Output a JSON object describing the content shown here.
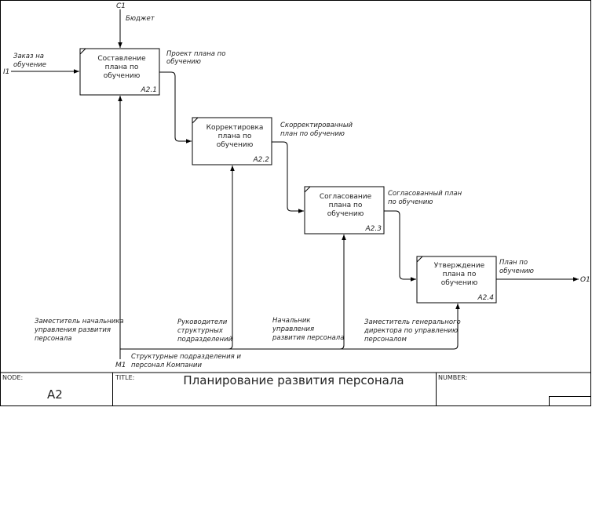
{
  "frame": {
    "node_label": "NODE:",
    "node_value": "A2",
    "title_label": "TITLE:",
    "title_value": "Планирование развития персонала",
    "number_label": "NUMBER:"
  },
  "boxes": [
    {
      "title": [
        "Составление",
        "плана по",
        "обучению"
      ],
      "number": "A2.1"
    },
    {
      "title": [
        "Корректировка",
        "плана по",
        "обучению"
      ],
      "number": "A2.2"
    },
    {
      "title": [
        "Согласование",
        "плана по",
        "обучению"
      ],
      "number": "A2.3"
    },
    {
      "title": [
        "Утверждение",
        "плана по",
        "обучению"
      ],
      "number": "A2.4"
    }
  ],
  "arrows": {
    "control_c1": {
      "code": "C1",
      "label": [
        "Бюджет"
      ]
    },
    "input_i1": {
      "code": "I1",
      "label": [
        "Заказ на",
        "обучение"
      ]
    },
    "output_o1": {
      "code": "O1",
      "label": [
        "План по",
        "обучению"
      ]
    },
    "mechanism_m1": {
      "code": "M1",
      "label": [
        "Структурные подразделения и",
        "персонал Компании"
      ]
    },
    "flow_1": {
      "label": [
        "Проект плана по",
        "обучению"
      ]
    },
    "flow_2": {
      "label": [
        "Скорректированный",
        "план по обучению"
      ]
    },
    "flow_3": {
      "label": [
        "Согласованный план",
        "по обучению"
      ]
    },
    "mech_1": {
      "label": [
        "Заместитель начальника",
        "управления развития",
        "персонала"
      ]
    },
    "mech_2": {
      "label": [
        "Руководители",
        "структурных",
        "подразделений"
      ]
    },
    "mech_3": {
      "label": [
        "Начальник",
        "управления",
        "развития персонала"
      ]
    },
    "mech_4": {
      "label": [
        "Заместитель генерального",
        "директора по управлению",
        "персоналом"
      ]
    }
  }
}
